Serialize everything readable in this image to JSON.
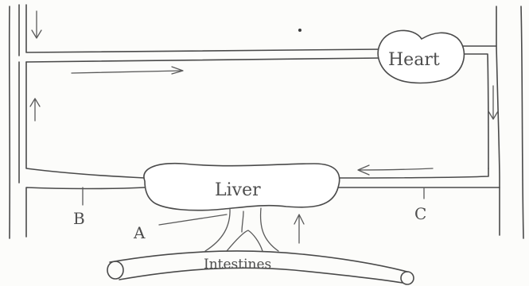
{
  "labels": {
    "heart": "Heart",
    "liver": "Liver",
    "intestines": "Intestines",
    "a": "A",
    "b": "B",
    "c": "C"
  },
  "colors": {
    "ink": "#4a4a4a",
    "paper": "#fcfcfa"
  },
  "icons": {
    "flow_arrows": "hand-drawn-arrow"
  }
}
